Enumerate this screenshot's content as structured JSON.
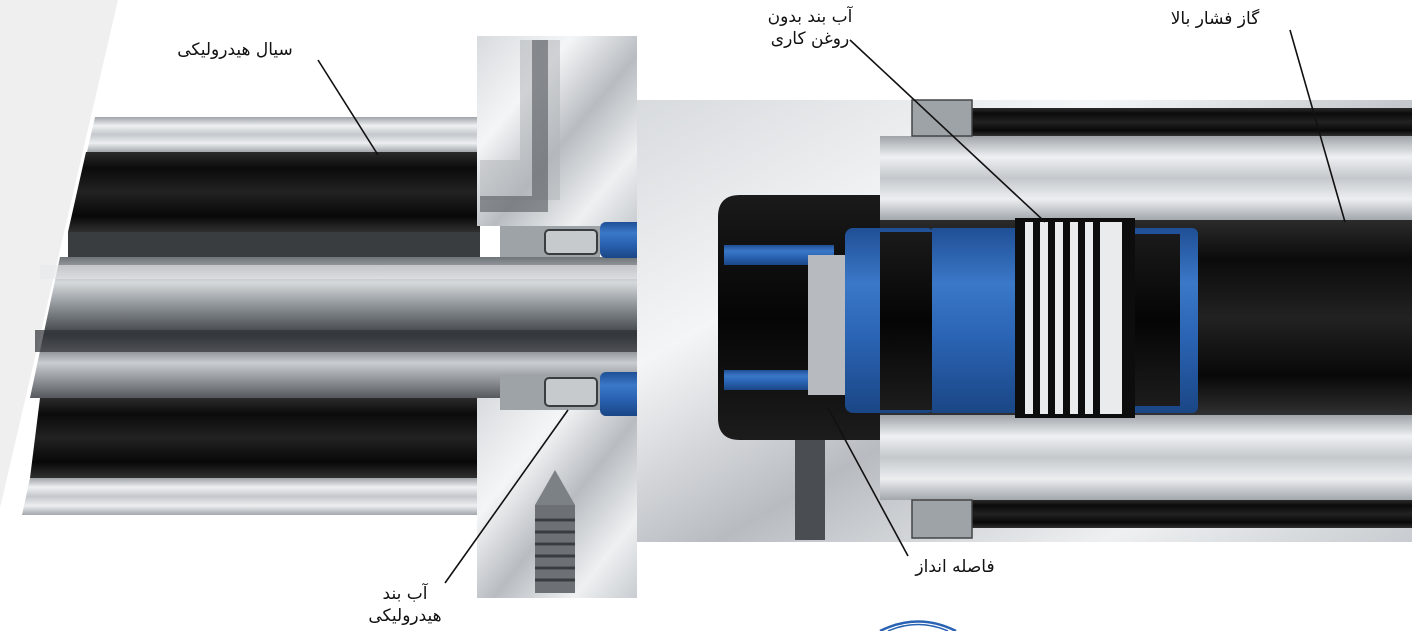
{
  "labels": {
    "hydraulic_fluid": "سیال هیدرولیکی",
    "oilless_seal_line1": "آب بند بدون",
    "oilless_seal_line2": "روغن کاری",
    "high_pressure_gas": "گاز فشار بالا",
    "hydraulic_seal_line1": "آب بند",
    "hydraulic_seal_line2": "هیدرولیکی",
    "spacer": "فاصله انداز"
  },
  "colors": {
    "background": "#ffffff",
    "side_panel": "#efeff0",
    "steel_light": "#e4e6e8",
    "steel_mid": "#b9bdc2",
    "steel_dark": "#6e7378",
    "rubber_black": "#0c0c0c",
    "seal_blue": "#2a63b3",
    "leader_line": "#111111"
  },
  "icons": [
    "logo-partial-icon"
  ]
}
